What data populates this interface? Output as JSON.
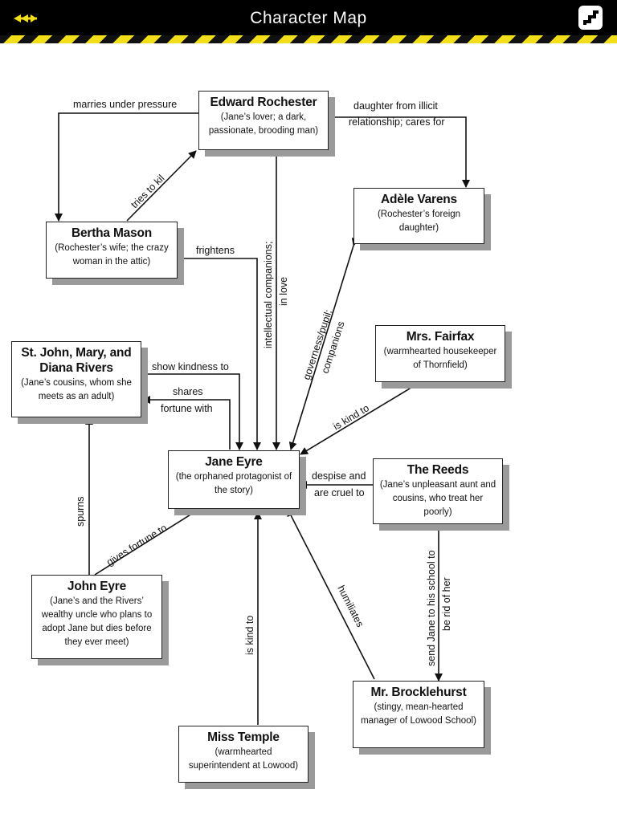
{
  "header": {
    "title": "Character Map",
    "back_icon": "double-arrow-back-icon",
    "menu_icon": "stairs-menu-icon"
  },
  "characters": {
    "rochester": {
      "name": "Edward Rochester",
      "desc": "(Jane’s lover; a dark, passionate, brooding man)"
    },
    "adele": {
      "name": "Adèle Varens",
      "desc": "(Rochester’s foreign daughter)"
    },
    "bertha": {
      "name": "Bertha Mason",
      "desc": "(Rochester’s wife; the crazy woman in the attic)"
    },
    "rivers": {
      "name": "St. John, Mary, and Diana Rivers",
      "desc": "(Jane’s cousins, whom she meets as an adult)"
    },
    "fairfax": {
      "name": "Mrs. Fairfax",
      "desc": "(warmhearted housekeeper of Thornfield)"
    },
    "jane": {
      "name": "Jane Eyre",
      "desc": "(the orphaned protagonist of the story)"
    },
    "reeds": {
      "name": "The Reeds",
      "desc": "(Jane’s unpleasant aunt and cousins, who treat her poorly)"
    },
    "john": {
      "name": "John Eyre",
      "desc": "(Jane’s and the Rivers’ wealthy uncle who plans to adopt Jane but dies before they ever meet)"
    },
    "brocklehurst": {
      "name": "Mr. Brocklehurst",
      "desc": "(stingy, mean-hearted manager of Lowood School)"
    },
    "temple": {
      "name": "Miss Temple",
      "desc": "(warmhearted superintendent at Lowood)"
    }
  },
  "relations": {
    "marries": "marries under pressure",
    "daughter_1": "daughter from illicit",
    "daughter_2": "relationship; cares for",
    "tries": "tries to kil",
    "frightens": "frightens",
    "intellectual_1": "intellectual companions;",
    "intellectual_2": "in love",
    "governess_1": "governess/pupil;",
    "governess_2": "companions",
    "kindness": "show kindness to",
    "shares_1": "shares",
    "shares_2": "fortune with",
    "fairfax_kind": "is kind to",
    "despise_1": "despise and",
    "despise_2": "are cruel to",
    "spurns": "spurns",
    "gives": "gives fortune to",
    "send_1": "send Jane to his school to",
    "send_2": "be rid of her",
    "humiliates": "humiliates",
    "temple_kind": "is kind to"
  }
}
